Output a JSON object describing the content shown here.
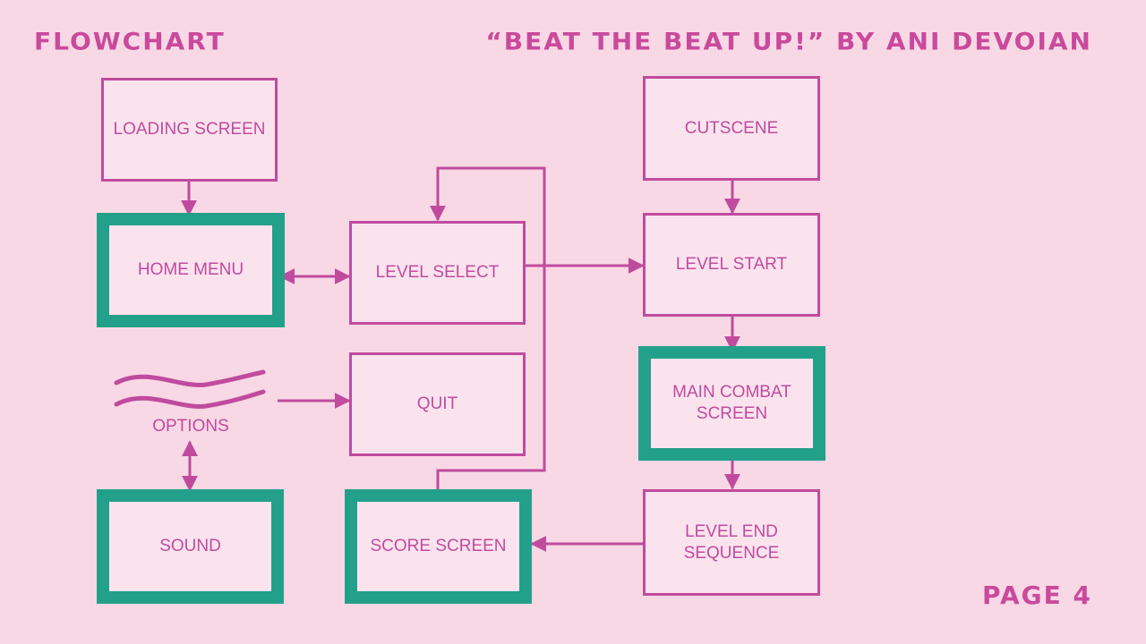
{
  "header": {
    "left": "FLOWCHART",
    "right": "“BEAT THE BEAT UP!” BY ANI DEVOIAN"
  },
  "footer": {
    "page": "PAGE 4"
  },
  "nodes": {
    "loading_screen": "LOADING SCREEN",
    "home_menu": "HOME MENU",
    "level_select": "LEVEL SELECT",
    "options": "OPTIONS",
    "quit": "QUIT",
    "sound": "SOUND",
    "score_screen": "SCORE SCREEN",
    "cutscene": "CUTSCENE",
    "level_start": "LEVEL START",
    "main_combat_screen": "MAIN COMBAT\nSCREEN",
    "level_end_sequence": "LEVEL END\nSEQUENCE"
  },
  "colors": {
    "background": "#f9d8e5",
    "box_fill": "#fbe3ee",
    "border": "#c04b9e",
    "highlight_border": "#23a08a",
    "text": "#c04b9e"
  },
  "icons": {
    "options": "wave-icon"
  }
}
